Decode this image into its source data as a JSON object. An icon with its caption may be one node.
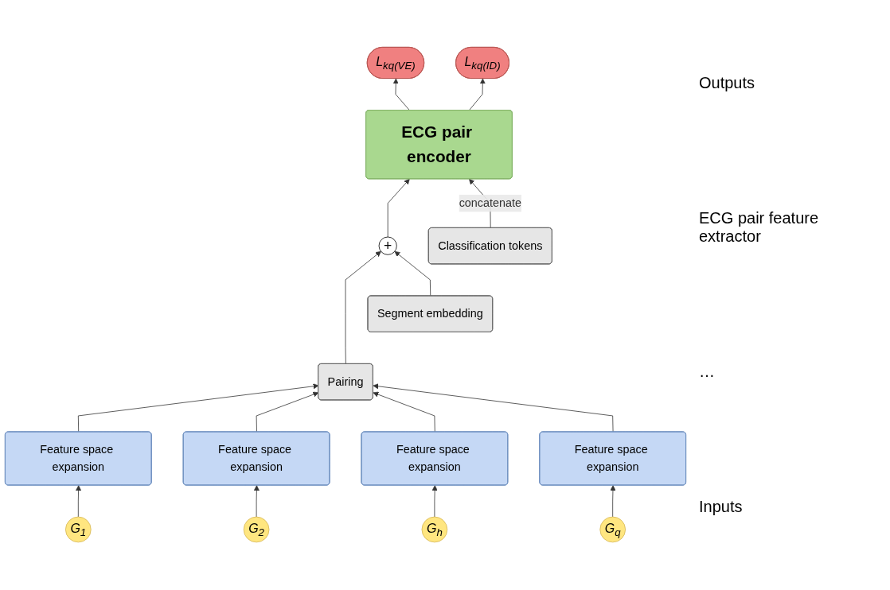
{
  "diagram": {
    "nodes": [
      {
        "text": [
          "L$_{kq(VE)}$"
        ]
      },
      {
        "text": [
          "L$_{kq(ID)}$"
        ]
      },
      {
        "text": [
          "ECG pair encoder"
        ]
      },
      {
        "text": [
          "Classification tokens"
        ]
      },
      {
        "text": [
          "+"
        ]
      },
      {
        "text": [
          "Segment embedding"
        ]
      },
      {
        "text": [
          "Pairing"
        ]
      },
      {
        "text": [
          "Feature space expansion"
        ]
      },
      {
        "text": [
          "Feature space expansion"
        ]
      },
      {
        "text": [
          "Feature space expansion"
        ]
      },
      {
        "text": [
          "Feature space expansion"
        ]
      },
      {
        "text": [
          "G$_{1}$"
        ]
      },
      {
        "text": [
          "G$_{2}$"
        ]
      },
      {
        "text": [
          "G$_{h}$"
        ]
      },
      {
        "text": [
          "G$_{q}$"
        ]
      }
    ],
    "edges": [
      {
        "from": 11,
        "to": 7,
        "arrow": "to"
      },
      {
        "from": 12,
        "to": 8,
        "arrow": "to"
      },
      {
        "from": 13,
        "to": 9,
        "arrow": "to"
      },
      {
        "from": 14,
        "to": 10,
        "arrow": "to"
      },
      {
        "from": 7,
        "to": 6,
        "arrow": "to"
      },
      {
        "from": 8,
        "to": 6,
        "arrow": "to"
      },
      {
        "from": 9,
        "to": 6,
        "arrow": "to"
      },
      {
        "from": 10,
        "to": 6,
        "arrow": "to"
      },
      {
        "from": 6,
        "to": 4,
        "arrow": "to"
      },
      {
        "from": 5,
        "to": 4,
        "arrow": "to"
      },
      {
        "from": 4,
        "to": 2,
        "arrow": "to"
      },
      {
        "from": 3,
        "to": 2,
        "arrow": "to",
        "label": "concatenate"
      },
      {
        "from": 2,
        "to": 0,
        "arrow": "to"
      },
      {
        "from": 2,
        "to": 1,
        "arrow": "to"
      }
    ],
    "labels": [
      "Outputs",
      "ECG pair feature extractor",
      "…",
      "Inputs"
    ]
  }
}
